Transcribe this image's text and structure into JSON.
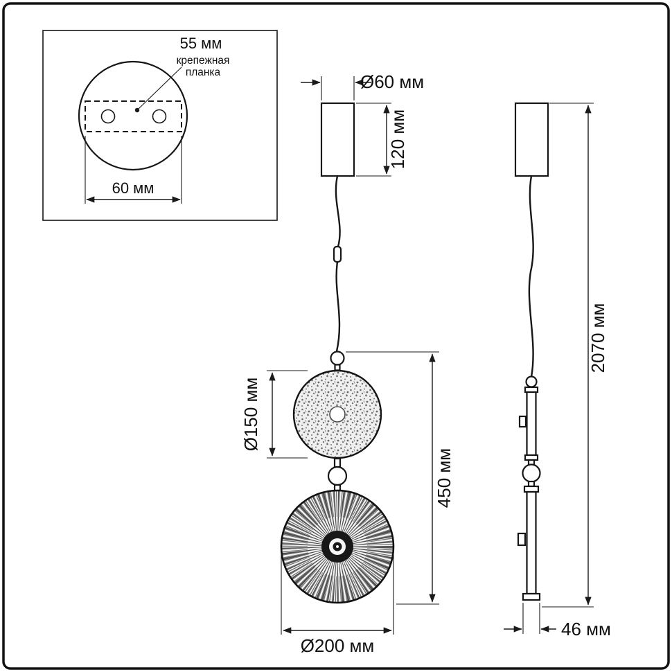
{
  "page": {
    "background": "#ffffff",
    "line_color": "#1a1a1a"
  },
  "inset": {
    "hole_spacing_label": "55 мм",
    "plate_label_line1": "крепежная",
    "plate_label_line2": "планка",
    "plate_width_label": "60 мм"
  },
  "front_view": {
    "canopy_diameter_label": "Ø60 мм",
    "canopy_height_label": "120 мм",
    "upper_disc_diameter_label": "Ø150 мм",
    "body_height_label": "450 мм",
    "lower_disc_diameter_label": "Ø200 мм"
  },
  "side_view": {
    "overall_height_label": "2070 мм",
    "width_label": "46 мм"
  }
}
